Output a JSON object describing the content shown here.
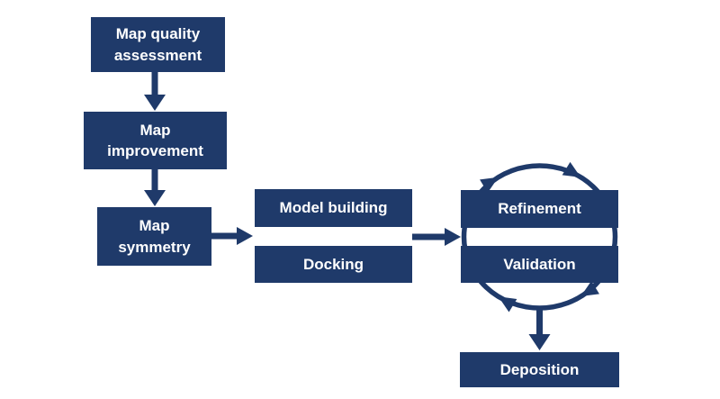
{
  "diagram": {
    "type": "flowchart",
    "background": "#ffffff",
    "colors": {
      "node_fill": "#1f3a6a",
      "node_text": "#ffffff",
      "arrow": "#1f3a6a"
    },
    "nodes": [
      {
        "id": "map-quality-assessment",
        "label": "Map quality\nassessment"
      },
      {
        "id": "map-improvement",
        "label": "Map\nimprovement"
      },
      {
        "id": "map-symmetry",
        "label": "Map\nsymmetry"
      },
      {
        "id": "model-building",
        "label": "Model building"
      },
      {
        "id": "docking",
        "label": "Docking"
      },
      {
        "id": "refinement",
        "label": "Refinement"
      },
      {
        "id": "validation",
        "label": "Validation"
      },
      {
        "id": "deposition",
        "label": "Deposition"
      }
    ],
    "edges": [
      {
        "from": "map-quality-assessment",
        "to": "map-improvement",
        "style": "arrow-down"
      },
      {
        "from": "map-improvement",
        "to": "map-symmetry",
        "style": "arrow-down"
      },
      {
        "from": "map-symmetry",
        "to": [
          "model-building",
          "docking"
        ],
        "style": "arrow-right"
      },
      {
        "from": [
          "model-building",
          "docking"
        ],
        "to": [
          "refinement",
          "validation"
        ],
        "style": "arrow-right"
      },
      {
        "from": "refinement",
        "to": "validation",
        "style": "clockwise-cycle"
      },
      {
        "from": [
          "refinement",
          "validation"
        ],
        "to": "deposition",
        "style": "arrow-down"
      }
    ]
  }
}
